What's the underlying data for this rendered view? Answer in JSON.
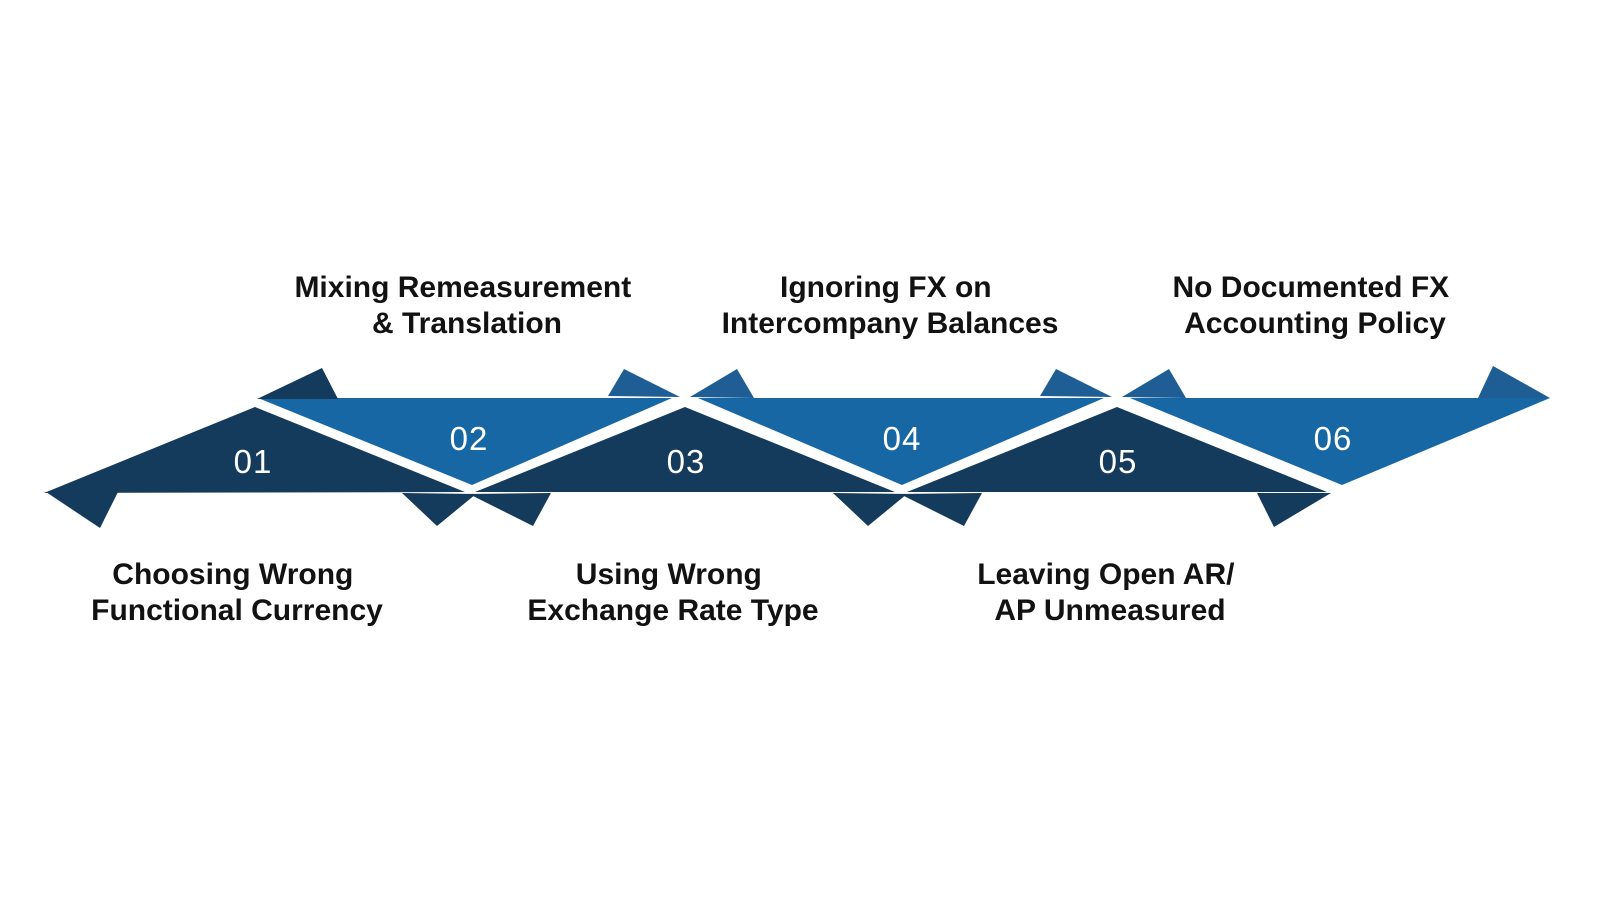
{
  "diagram": {
    "background": "#ffffff",
    "colors": {
      "dark_navy": "#143A5C",
      "light_blue": "#1767A5",
      "barb_blue": "#1E5E95",
      "label_text": "#121212",
      "number_text": "#FFFFFF"
    },
    "steps": [
      {
        "number": "01",
        "color_variant": "dark",
        "label_position": "bottom",
        "label_lines": [
          "Choosing Wrong",
          "Functional Currency"
        ]
      },
      {
        "number": "02",
        "color_variant": "light",
        "label_position": "top",
        "label_lines": [
          "Mixing Remeasurement",
          "& Translation"
        ]
      },
      {
        "number": "03",
        "color_variant": "dark",
        "label_position": "bottom",
        "label_lines": [
          "Using Wrong",
          "Exchange Rate Type"
        ]
      },
      {
        "number": "04",
        "color_variant": "light",
        "label_position": "top",
        "label_lines": [
          "Ignoring FX on",
          "Intercompany Balances"
        ]
      },
      {
        "number": "05",
        "color_variant": "dark",
        "label_position": "bottom",
        "label_lines": [
          "Leaving Open AR/",
          "AP Unmeasured"
        ]
      },
      {
        "number": "06",
        "color_variant": "light",
        "label_position": "top",
        "label_lines": [
          "No Documented FX",
          "Accounting Policy"
        ]
      }
    ]
  }
}
